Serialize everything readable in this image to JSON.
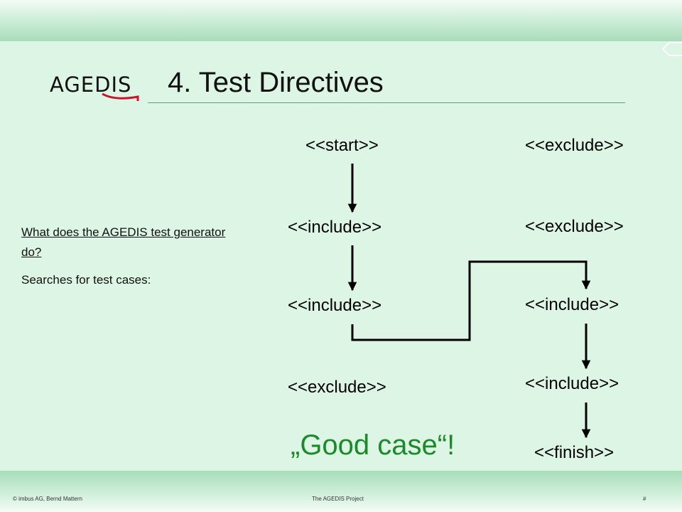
{
  "header": {
    "logo_text": "AGEDIS",
    "title": "4. Test Directives",
    "accent_color": "#d0102a"
  },
  "sidebar": {
    "question": "What does the AGEDIS test generator do?",
    "statement": "Searches for test cases:"
  },
  "diagram": {
    "left_column": [
      "<<start>>",
      "<<include>>",
      "<<include>>",
      "<<exclude>>"
    ],
    "right_column": [
      "<<exclude>>",
      "<<exclude>>",
      "<<include>>",
      "<<include>>",
      "<<finish>>"
    ],
    "good_case": "„Good case“!"
  },
  "footer": {
    "left": "© imbus AG, Bernd Mattern",
    "center": "The AGEDIS Project",
    "right": "#"
  }
}
